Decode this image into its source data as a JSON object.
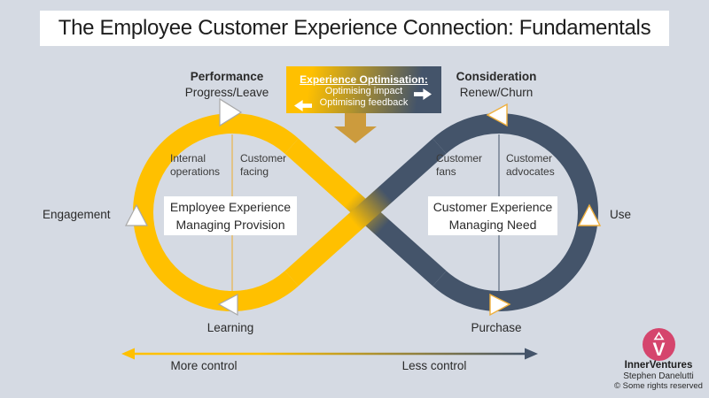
{
  "title": "The Employee Customer Experience Connection: Fundamentals",
  "optimisation": {
    "heading": "Experience Optimisation:",
    "impact": "Optimising impact",
    "feedback": "Optimising feedback"
  },
  "employee_loop": {
    "stage_top": "Performance",
    "stage_top_sub": "Progress/Leave",
    "stage_left": "Engagement",
    "stage_bottom": "Learning",
    "inner_left": "Internal operations",
    "inner_right": "Customer facing",
    "center_line1": "Employee Experience",
    "center_line2": "Managing Provision"
  },
  "customer_loop": {
    "stage_top": "Consideration",
    "stage_top_sub": "Renew/Churn",
    "stage_right": "Use",
    "stage_bottom": "Purchase",
    "inner_left": "Customer fans",
    "inner_right": "Customer advocates",
    "center_line1": "Customer Experience",
    "center_line2": "Managing Need"
  },
  "control_axis": {
    "left": "More control",
    "right": "Less control"
  },
  "footer": {
    "logo_letter": "V",
    "brand": "InnerVentures",
    "author": "Stephen Danelutti",
    "rights": "© Some rights reserved"
  },
  "colors": {
    "background": "#D5DAE3",
    "employee_gold": "#FFC000",
    "customer_slate": "#44546A",
    "optimisation_arrow_gold": "#CC9B3D",
    "logo_pink": "#D5456D"
  }
}
